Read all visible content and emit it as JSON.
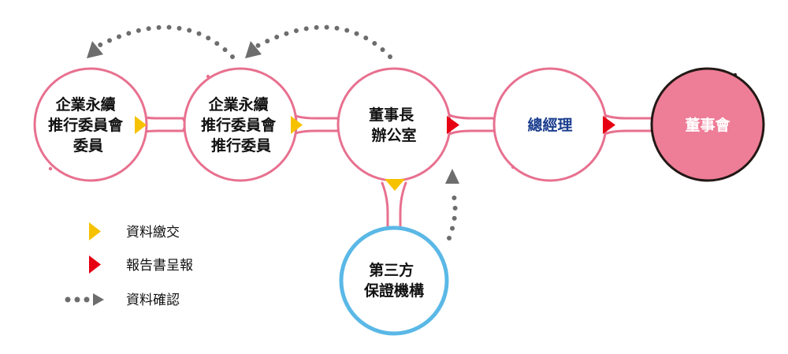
{
  "nodes": {
    "committee_member": {
      "lines": [
        "企業永續",
        "推行委員會",
        "委員"
      ]
    },
    "committee_executive": {
      "lines": [
        "企業永續",
        "推行委員會",
        "推行委員"
      ]
    },
    "chairman_office": {
      "lines": [
        "董事長",
        "辦公室"
      ]
    },
    "general_manager": {
      "lines": [
        "總經理"
      ]
    },
    "board": {
      "lines": [
        "董事會"
      ]
    },
    "third_party": {
      "lines": [
        "第三方",
        "保證機構"
      ]
    }
  },
  "legend": {
    "submit": "資料繳交",
    "report": "報告書呈報",
    "confirm": "資料確認"
  },
  "colors": {
    "pink": "#e8708f",
    "board_fill": "#ee7d97",
    "board_ring": "#231815",
    "blue_ring": "#5ab8e6",
    "yellow": "#f6c200",
    "red": "#e60012",
    "gray": "#6d6d6d",
    "gm_text": "#1b3e8f",
    "text": "#111111",
    "white": "#ffffff"
  }
}
